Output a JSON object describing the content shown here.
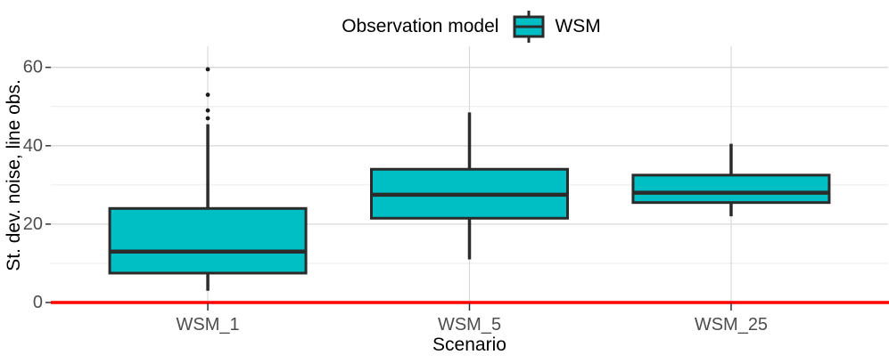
{
  "legend": {
    "title": "Observation model",
    "position": "top",
    "entries": [
      {
        "label": "WSM",
        "key_icon": "boxplot-key",
        "fill": "#00BFC4",
        "stroke": "#2B2B2B"
      }
    ]
  },
  "chart_data": {
    "type": "boxplot",
    "title": "",
    "xlabel": "Scenario",
    "ylabel": "St. dev. noise, line obs.",
    "categories": [
      "WSM_1",
      "WSM_5",
      "WSM_25"
    ],
    "series_name": "WSM",
    "y_major_ticks": [
      0,
      20,
      40,
      60
    ],
    "y_minor_ticks": [
      10,
      30,
      50
    ],
    "ylim": [
      -0.5,
      65
    ],
    "grid": true,
    "legend_position": "top",
    "boxes": [
      {
        "category": "WSM_1",
        "whisker_low": 3,
        "q1": 7.5,
        "median": 13,
        "q3": 24,
        "whisker_high": 45.5,
        "outliers": [
          47,
          49,
          53,
          59.5
        ]
      },
      {
        "category": "WSM_5",
        "whisker_low": 11,
        "q1": 21.5,
        "median": 27.5,
        "q3": 34,
        "whisker_high": 48.5,
        "outliers": []
      },
      {
        "category": "WSM_25",
        "whisker_low": 22,
        "q1": 25.5,
        "median": 28,
        "q3": 32.5,
        "whisker_high": 40.5,
        "outliers": []
      }
    ],
    "reference_line": {
      "y": 0,
      "color": "#FF0000"
    },
    "style": {
      "box_fill": "#00BFC4",
      "box_stroke": "#2B2B2B",
      "outlier_color": "#1A1A1A",
      "grid_major": "#D9D9D9",
      "grid_minor": "#EBEBEB",
      "tick_color": "#333333",
      "tick_label_color": "#4D4D4D",
      "axis_title_color": "#000000"
    }
  }
}
